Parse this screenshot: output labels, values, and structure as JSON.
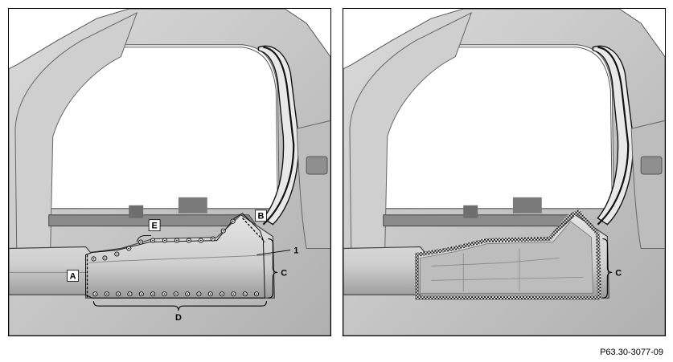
{
  "figure_id": "P63.30-3077-09",
  "left_panel": {
    "callouts": {
      "a": "A",
      "b": "B",
      "c": "C",
      "d": "D",
      "e": "E",
      "part_1": "1"
    }
  },
  "right_panel": {
    "callouts": {
      "c": "C"
    }
  }
}
